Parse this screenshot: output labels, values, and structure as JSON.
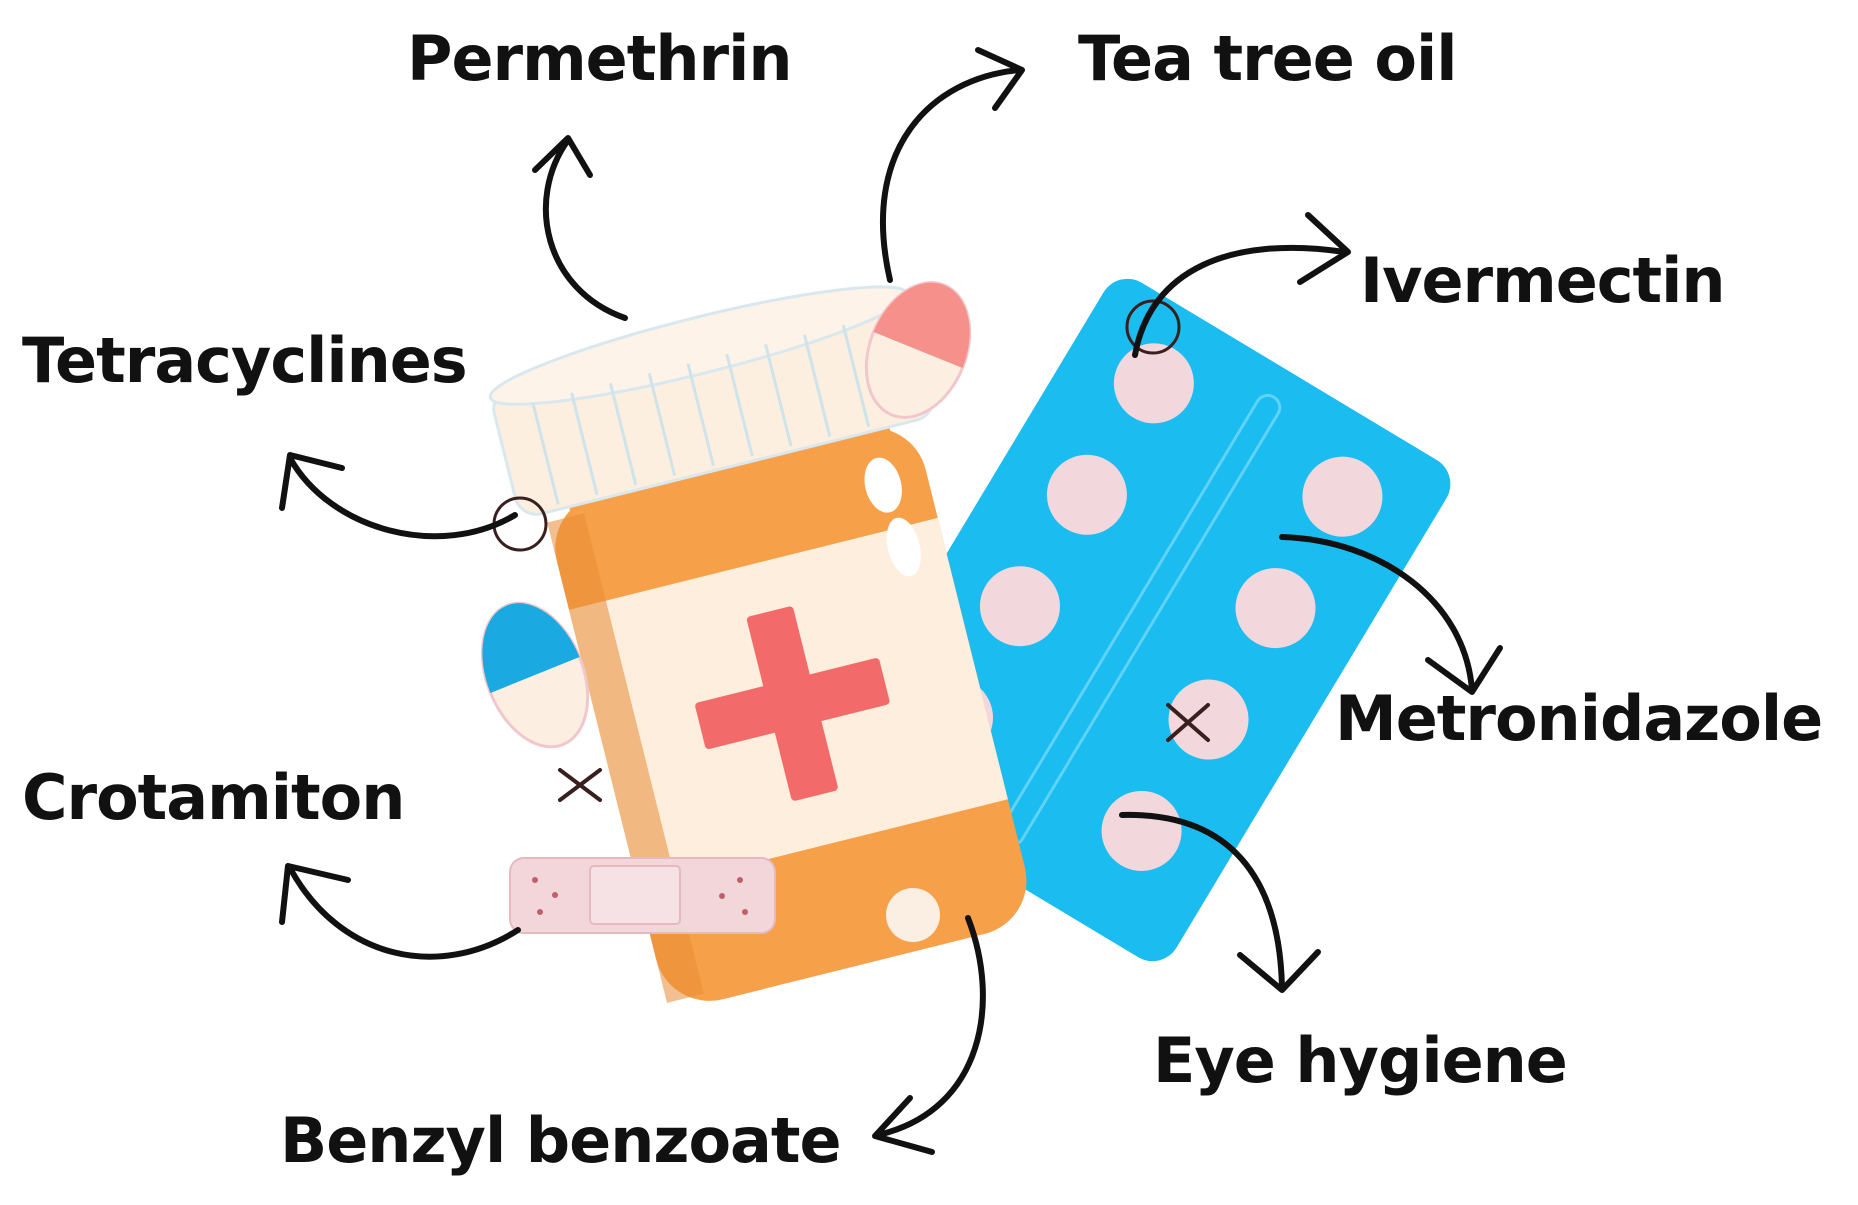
{
  "labels": {
    "permethrin": "Permethrin",
    "tea_tree_oil": "Tea tree oil",
    "ivermectin": "Ivermectin",
    "tetracyclines": "Tetracyclines",
    "metronidazole": "Metronidazole",
    "crotamiton": "Crotamiton",
    "eye_hygiene": "Eye hygiene",
    "benzyl_benzoate": "Benzyl benzoate"
  },
  "colors": {
    "bottle_orange": "#f6a04a",
    "bottle_label": "#fdeedd",
    "cap": "#fcefe0",
    "cross": "#f26a6a",
    "blister": "#1bbcf0",
    "pill_pink": "#f2d7dd",
    "capsule_pink": "#f6908a",
    "capsule_blue": "#1aa9e0",
    "bandage": "#f2d6da",
    "arrow": "#111111"
  }
}
